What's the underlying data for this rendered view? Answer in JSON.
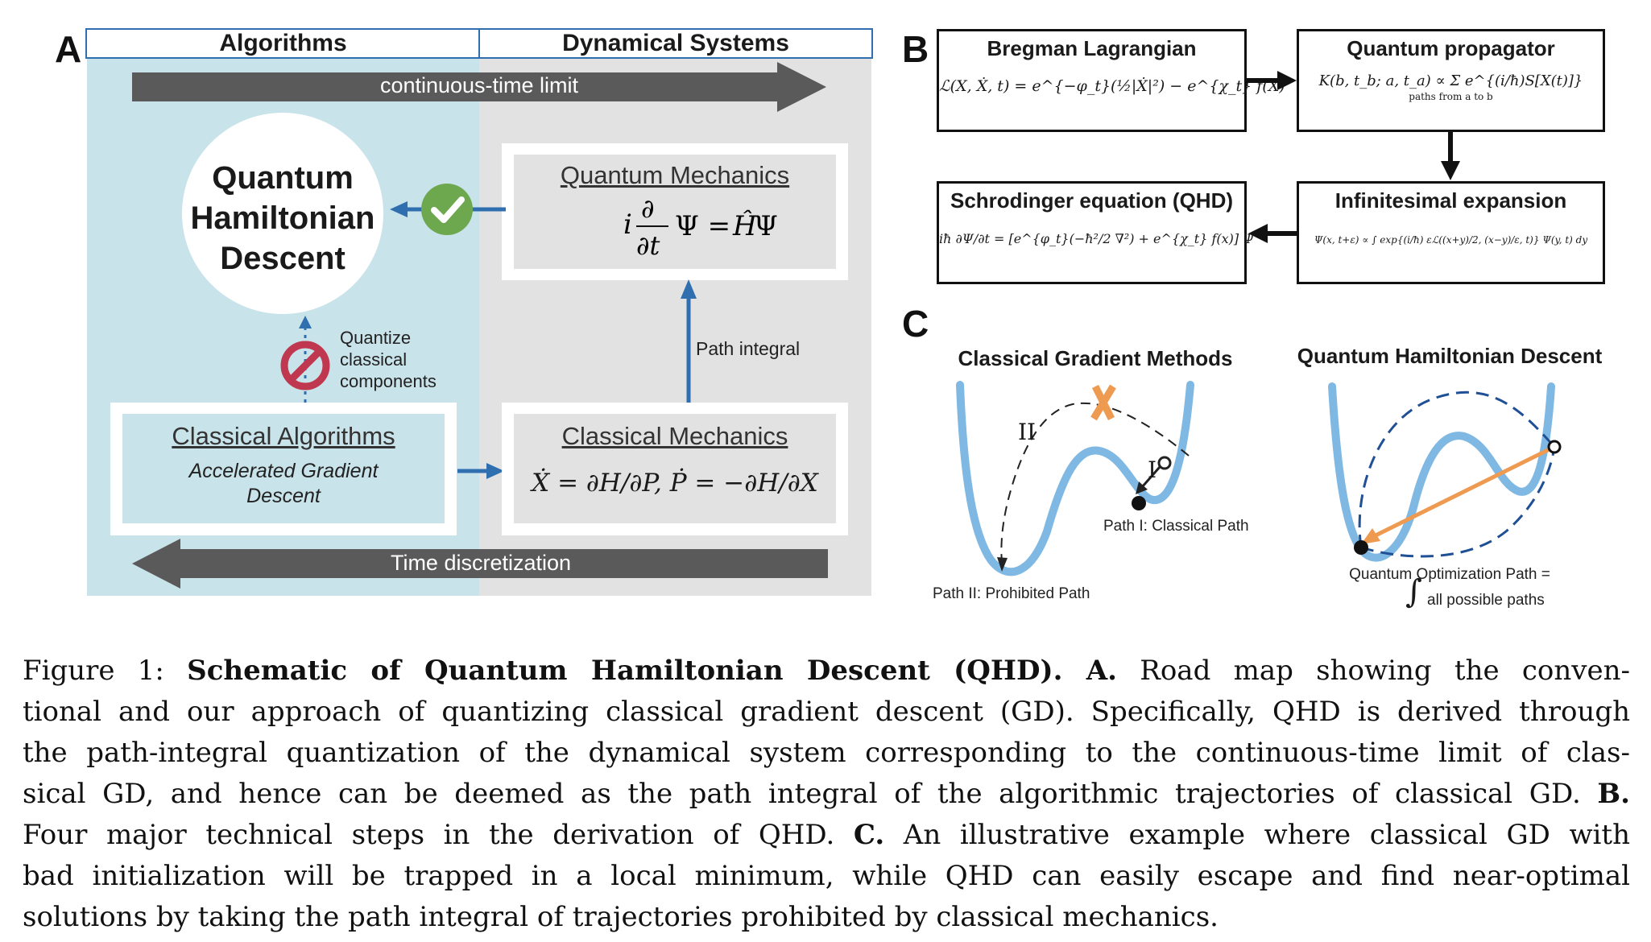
{
  "panel_a": {
    "letter": "A",
    "header_left": "Algorithms",
    "header_right": "Dynamical Systems",
    "top_arrow": "continuous-time limit",
    "bottom_arrow": "Time discretization",
    "qhd_line1": "Quantum",
    "qhd_line2": "Hamiltonian",
    "qhd_line3": "Descent",
    "qm_title": "Quantum Mechanics",
    "qm_equation": "i ∂/∂t Ψ = Ĥ Ψ",
    "path_integral": "Path integral",
    "quantize_line1": "Quantize",
    "quantize_line2": "classical",
    "quantize_line3": "components",
    "ca_title": "Classical Algorithms",
    "ca_sub1": "Accelerated Gradient",
    "ca_sub2": "Descent",
    "cm_title": "Classical Mechanics",
    "cm_equation": "Ẋ = ∂H/∂P, Ṗ = −∂H/∂X",
    "colors": {
      "blue_bg": "#c9e3ea",
      "gray_bg": "#e2e2e2",
      "arrow_blue": "#2f6fb0",
      "check_green": "#6da84f",
      "forbid_red": "#c0384f"
    }
  },
  "panel_b": {
    "letter": "B",
    "box1_title": "Bregman Lagrangian",
    "box1_eq": "ℒ(X, Ẋ, t) = e^{−φ_t}(½|Ẋ|²) − e^{χ_t} f(X)",
    "box2_title": "Quantum propagator",
    "box2_eq": "K(b, t_b; a, t_a) ∝ Σ e^{(i/ħ)S[X(t)]}",
    "box2_sub": "paths from a to b",
    "box3_title": "Schrodinger equation (QHD)",
    "box3_eq": "iħ ∂Ψ/∂t = [e^{φ_t}(−ħ²/2 ∇²) + e^{χ_t} f(x)] Ψ",
    "box4_title": "Infinitesimal expansion",
    "box4_eq": "Ψ(x, t+ε) ∝ ∫ exp{(i/ħ) εℒ((x+y)/2, (x−y)/ε, t)} Ψ(y, t) dy"
  },
  "panel_c": {
    "letter": "C",
    "left_title": "Classical Gradient Methods",
    "right_title": "Quantum Hamiltonian Descent",
    "path1_label": "Path I: Classical Path",
    "path2_label": "Path II: Prohibited Path",
    "mark_I": "I",
    "mark_II": "II",
    "qpath_line1": "Quantum Optimization Path =",
    "qpath_line2": "all possible paths",
    "colors": {
      "curve": "#7fb8e3",
      "cross": "#ee9a50",
      "qarrow": "#ee9a50",
      "dash_blue": "#1f4f95"
    }
  },
  "caption": {
    "lines": [
      [
        "Figure 1: ",
        "Schematic of Quantum Hamiltonian Descent (QHD). A.",
        " Road map showing the conven-"
      ],
      [
        "tional and our approach of quantizing classical gradient descent (GD). Specifically, QHD is derived through",
        "",
        ""
      ],
      [
        "the path-integral quantization of the dynamical system corresponding to the continuous-time limit of clas-",
        "",
        ""
      ],
      [
        "sical GD, and hence can be deemed as the path integral of the algorithmic trajectories of classical GD. ",
        "B.",
        ""
      ],
      [
        "Four major technical steps in the derivation of QHD. ",
        "C.",
        " An illustrative example where classical GD with"
      ],
      [
        "bad initialization will be trapped in a local minimum, while QHD can easily escape and find near-optimal",
        "",
        ""
      ],
      [
        "solutions by taking the path integral of trajectories prohibited by classical mechanics.",
        "",
        ""
      ]
    ]
  }
}
